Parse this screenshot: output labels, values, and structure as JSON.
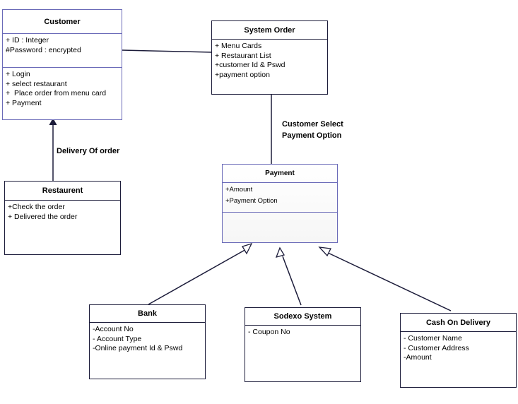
{
  "customer": {
    "title": "Customer",
    "attributes": [
      "+ ID : Integer",
      "#Password : encrypted"
    ],
    "operations": [
      "+ Login",
      "+ select restaurant",
      "+  Place order from menu card",
      "+ Payment"
    ]
  },
  "system_order": {
    "title": "System Order",
    "attributes": [
      "+ Menu Cards",
      "+ Restaurant List",
      "+customer Id & Pswd",
      "+payment option"
    ]
  },
  "restaurent": {
    "title": "Restaurent",
    "attributes": [
      "+Check the order",
      "+ Delivered the order"
    ]
  },
  "payment": {
    "title": "Payment",
    "attributes": [
      "+Amount",
      "+Payment Option"
    ]
  },
  "bank": {
    "title": "Bank",
    "attributes": [
      "-Account No",
      "- Account Type",
      "-Online payment Id & Pswd"
    ]
  },
  "sodexo": {
    "title": "Sodexo System",
    "attributes": [
      "- Coupon No"
    ]
  },
  "cod": {
    "title": "Cash On Delivery",
    "attributes": [
      "- Customer Name",
      "- Customer Address",
      "-Amount"
    ]
  },
  "labels": {
    "delivery": "Delivery Of order",
    "customer_select": "Customer Select\nPayment Option"
  }
}
